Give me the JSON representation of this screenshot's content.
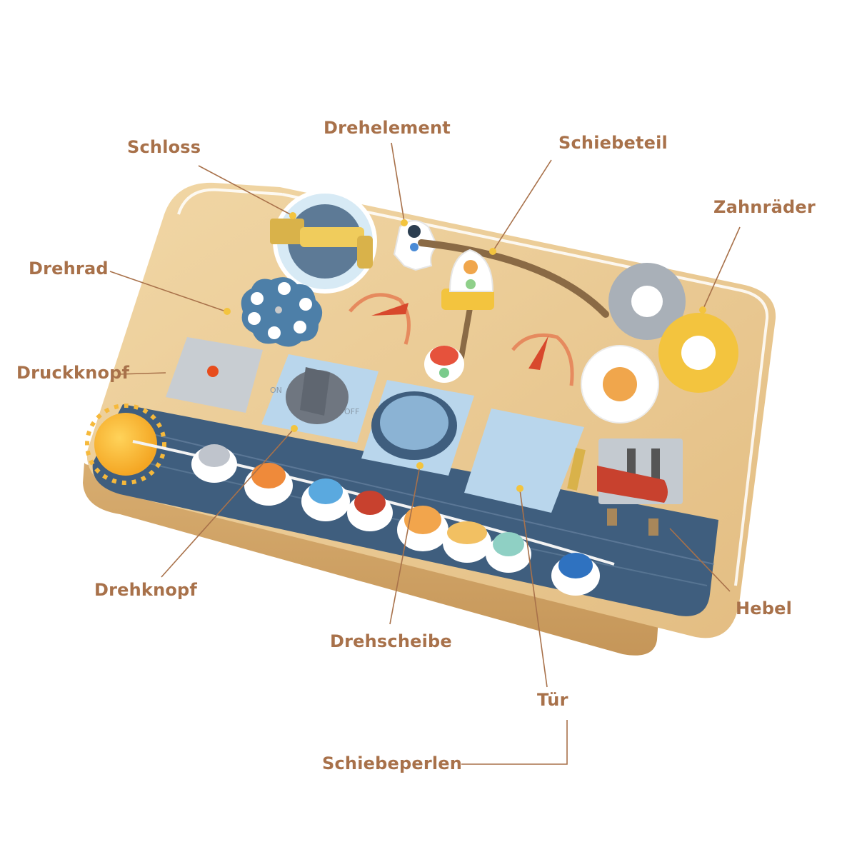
{
  "labels": {
    "schloss": "Schloss",
    "drehelement": "Drehelement",
    "schiebeteil": "Schiebeteil",
    "zahnraeder": "Zahnräder",
    "drehrad": "Drehrad",
    "druckknopf": "Druckknopf",
    "drehknopf": "Drehknopf",
    "drehscheibe": "Drehscheibe",
    "tuer": "Tür",
    "hebel": "Hebel",
    "schiebeperlen": "Schiebeperlen"
  },
  "knob_marks": {
    "on": "ON",
    "off": "OFF"
  },
  "colors": {
    "label_text": "#a8714a",
    "leader_line": "#a8714a",
    "wood": "#e8c894",
    "space_blue": "#3f5e7e",
    "accent_red": "#d8482c",
    "gear_yellow": "#f3c43e"
  }
}
